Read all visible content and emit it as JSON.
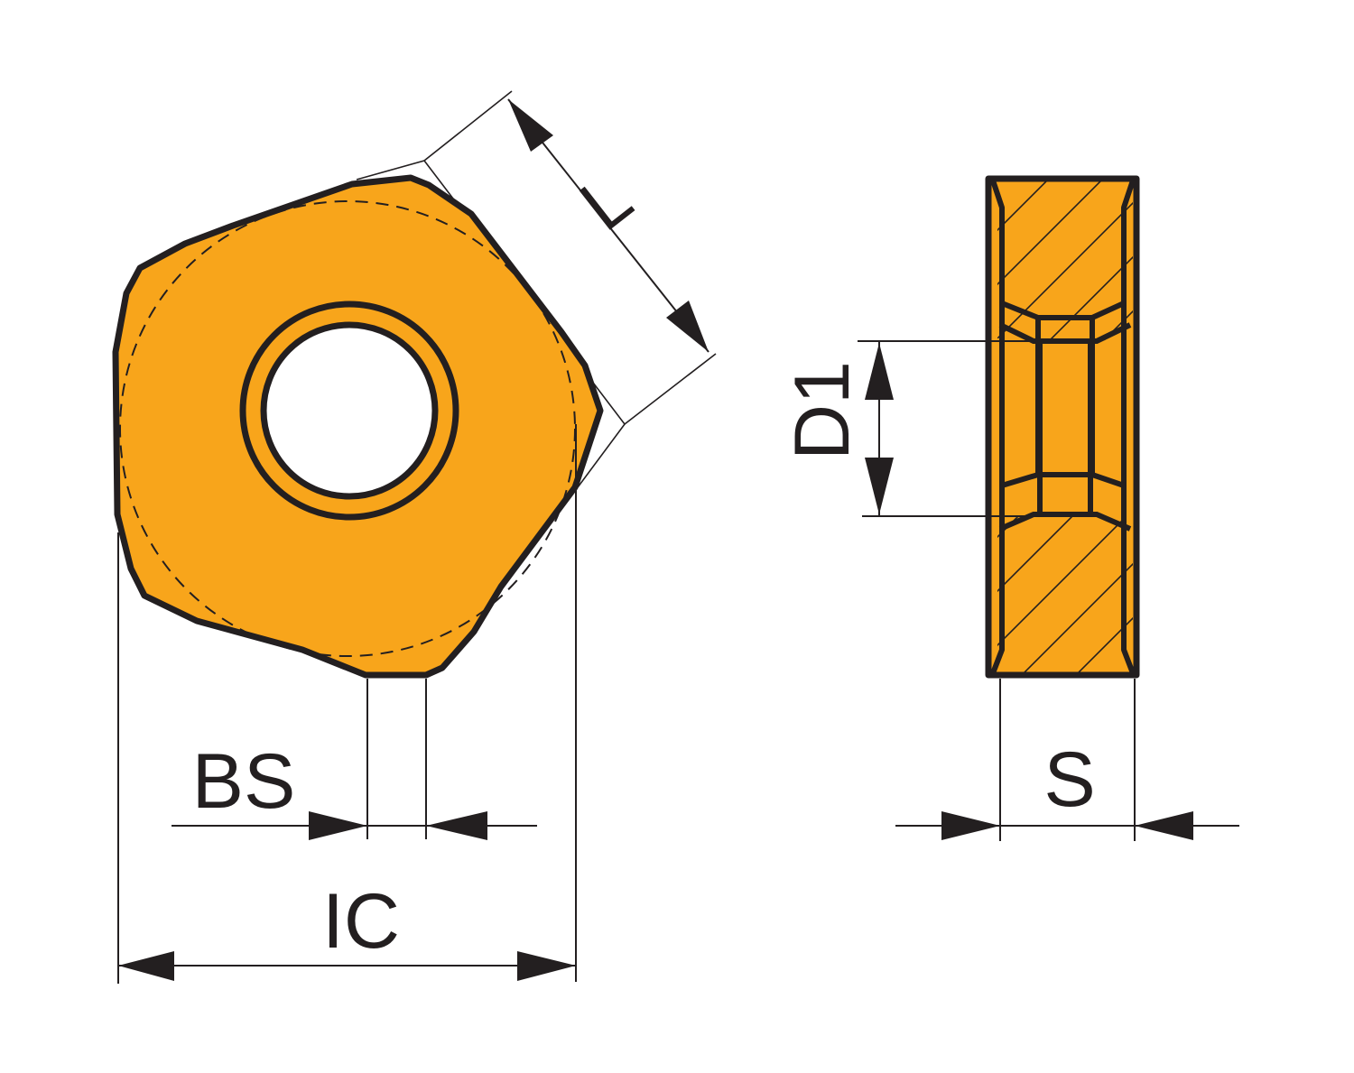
{
  "colors": {
    "fill": "#f8a51b",
    "stroke": "#231f20",
    "background": "#ffffff"
  },
  "views": {
    "top_view": {
      "name": "pentagonal insert top view",
      "labels": {
        "L": "L",
        "BS": "BS",
        "IC": "IC"
      }
    },
    "side_view": {
      "name": "insert cross-section side view",
      "labels": {
        "D1": "D1",
        "S": "S"
      }
    }
  }
}
